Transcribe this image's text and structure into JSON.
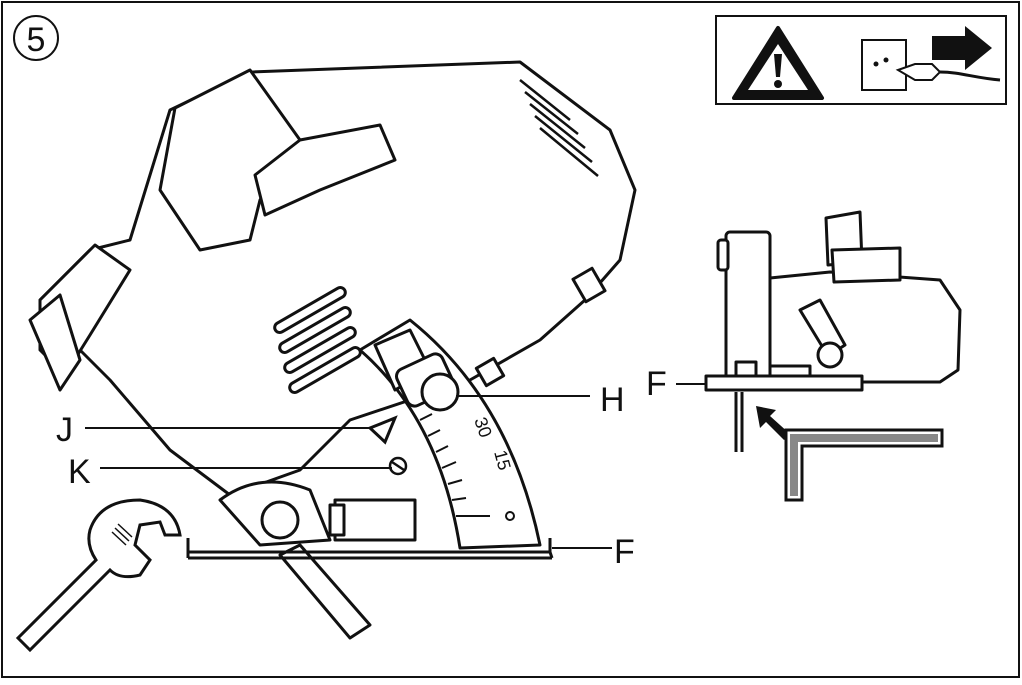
{
  "figure": {
    "number": "5"
  },
  "labels": {
    "h": "H",
    "j": "J",
    "k": "K",
    "f_base": "F",
    "f_small": "F"
  },
  "scale_marks": {
    "upper": "30",
    "lower": "15"
  },
  "warning_panel": {
    "warning_icon": "warning-triangle-icon",
    "unplug_icon": "unplug-from-socket-icon"
  },
  "icons": {
    "wrench": "wrench-icon",
    "set_square": "set-square-icon",
    "saw_main": "circular-saw-tilted",
    "saw_small": "circular-saw-side-view"
  },
  "colors": {
    "ink": "#111111",
    "paper": "#ffffff"
  }
}
